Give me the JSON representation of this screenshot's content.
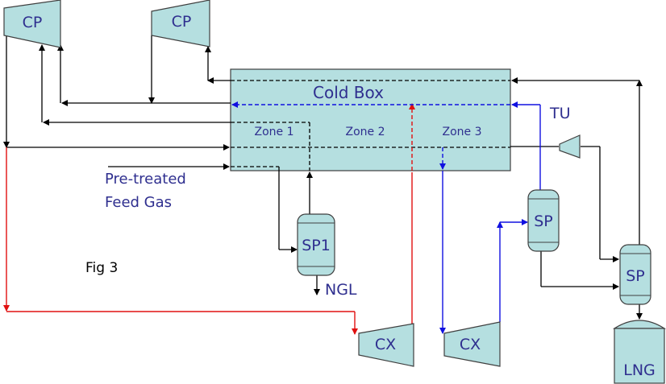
{
  "diagram": {
    "cold_box_label": "Cold Box",
    "zones": [
      "Zone 1",
      "Zone 2",
      "Zone 3"
    ],
    "compressor_labels": [
      "CP",
      "CP"
    ],
    "expander_labels": [
      "CX",
      "CX"
    ],
    "separator_labels": {
      "sp1": "SP1",
      "sp_mid": "SP",
      "sp_right": "SP"
    },
    "tu_label": "TU",
    "feed_label_line1": "Pre-treated",
    "feed_label_line2": "Feed Gas",
    "ngl_label": "NGL",
    "lng_label": "LNG",
    "figure_label": "Fig 3"
  },
  "colors": {
    "equipment_fill": "#b5dfe0",
    "label_navy": "#2f2f8f",
    "red_stream": "#e01010",
    "blue_stream": "#1010e0"
  }
}
